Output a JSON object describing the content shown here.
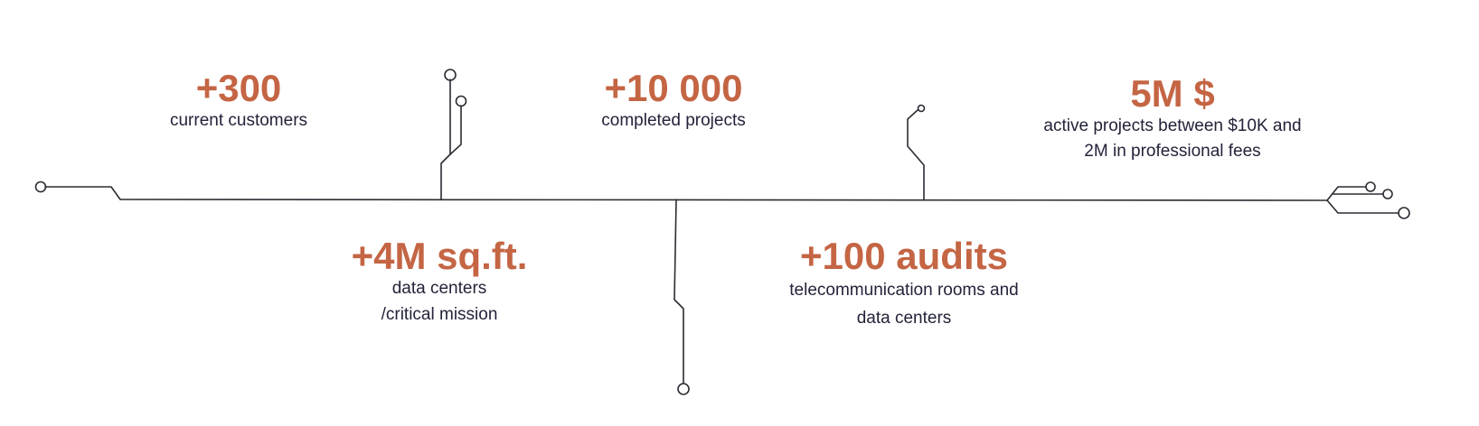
{
  "colors": {
    "accent": "#c46544",
    "text": "#23233a",
    "line": "#2b2b33"
  },
  "stats": [
    {
      "id": "customers",
      "value": "+300",
      "label": "current customers"
    },
    {
      "id": "projects",
      "value": "+10 000",
      "label": "completed projects"
    },
    {
      "id": "fees",
      "value": "5M $",
      "label_lines": [
        "active projects between $10K and",
        "2M in professional fees"
      ]
    },
    {
      "id": "sqft",
      "value": "+4M sq.ft.",
      "label_lines": [
        "data centers",
        "/critical mission"
      ]
    },
    {
      "id": "audits",
      "value": "+100 audits",
      "label_lines": [
        "telecommunication rooms and",
        "data centers"
      ]
    }
  ]
}
